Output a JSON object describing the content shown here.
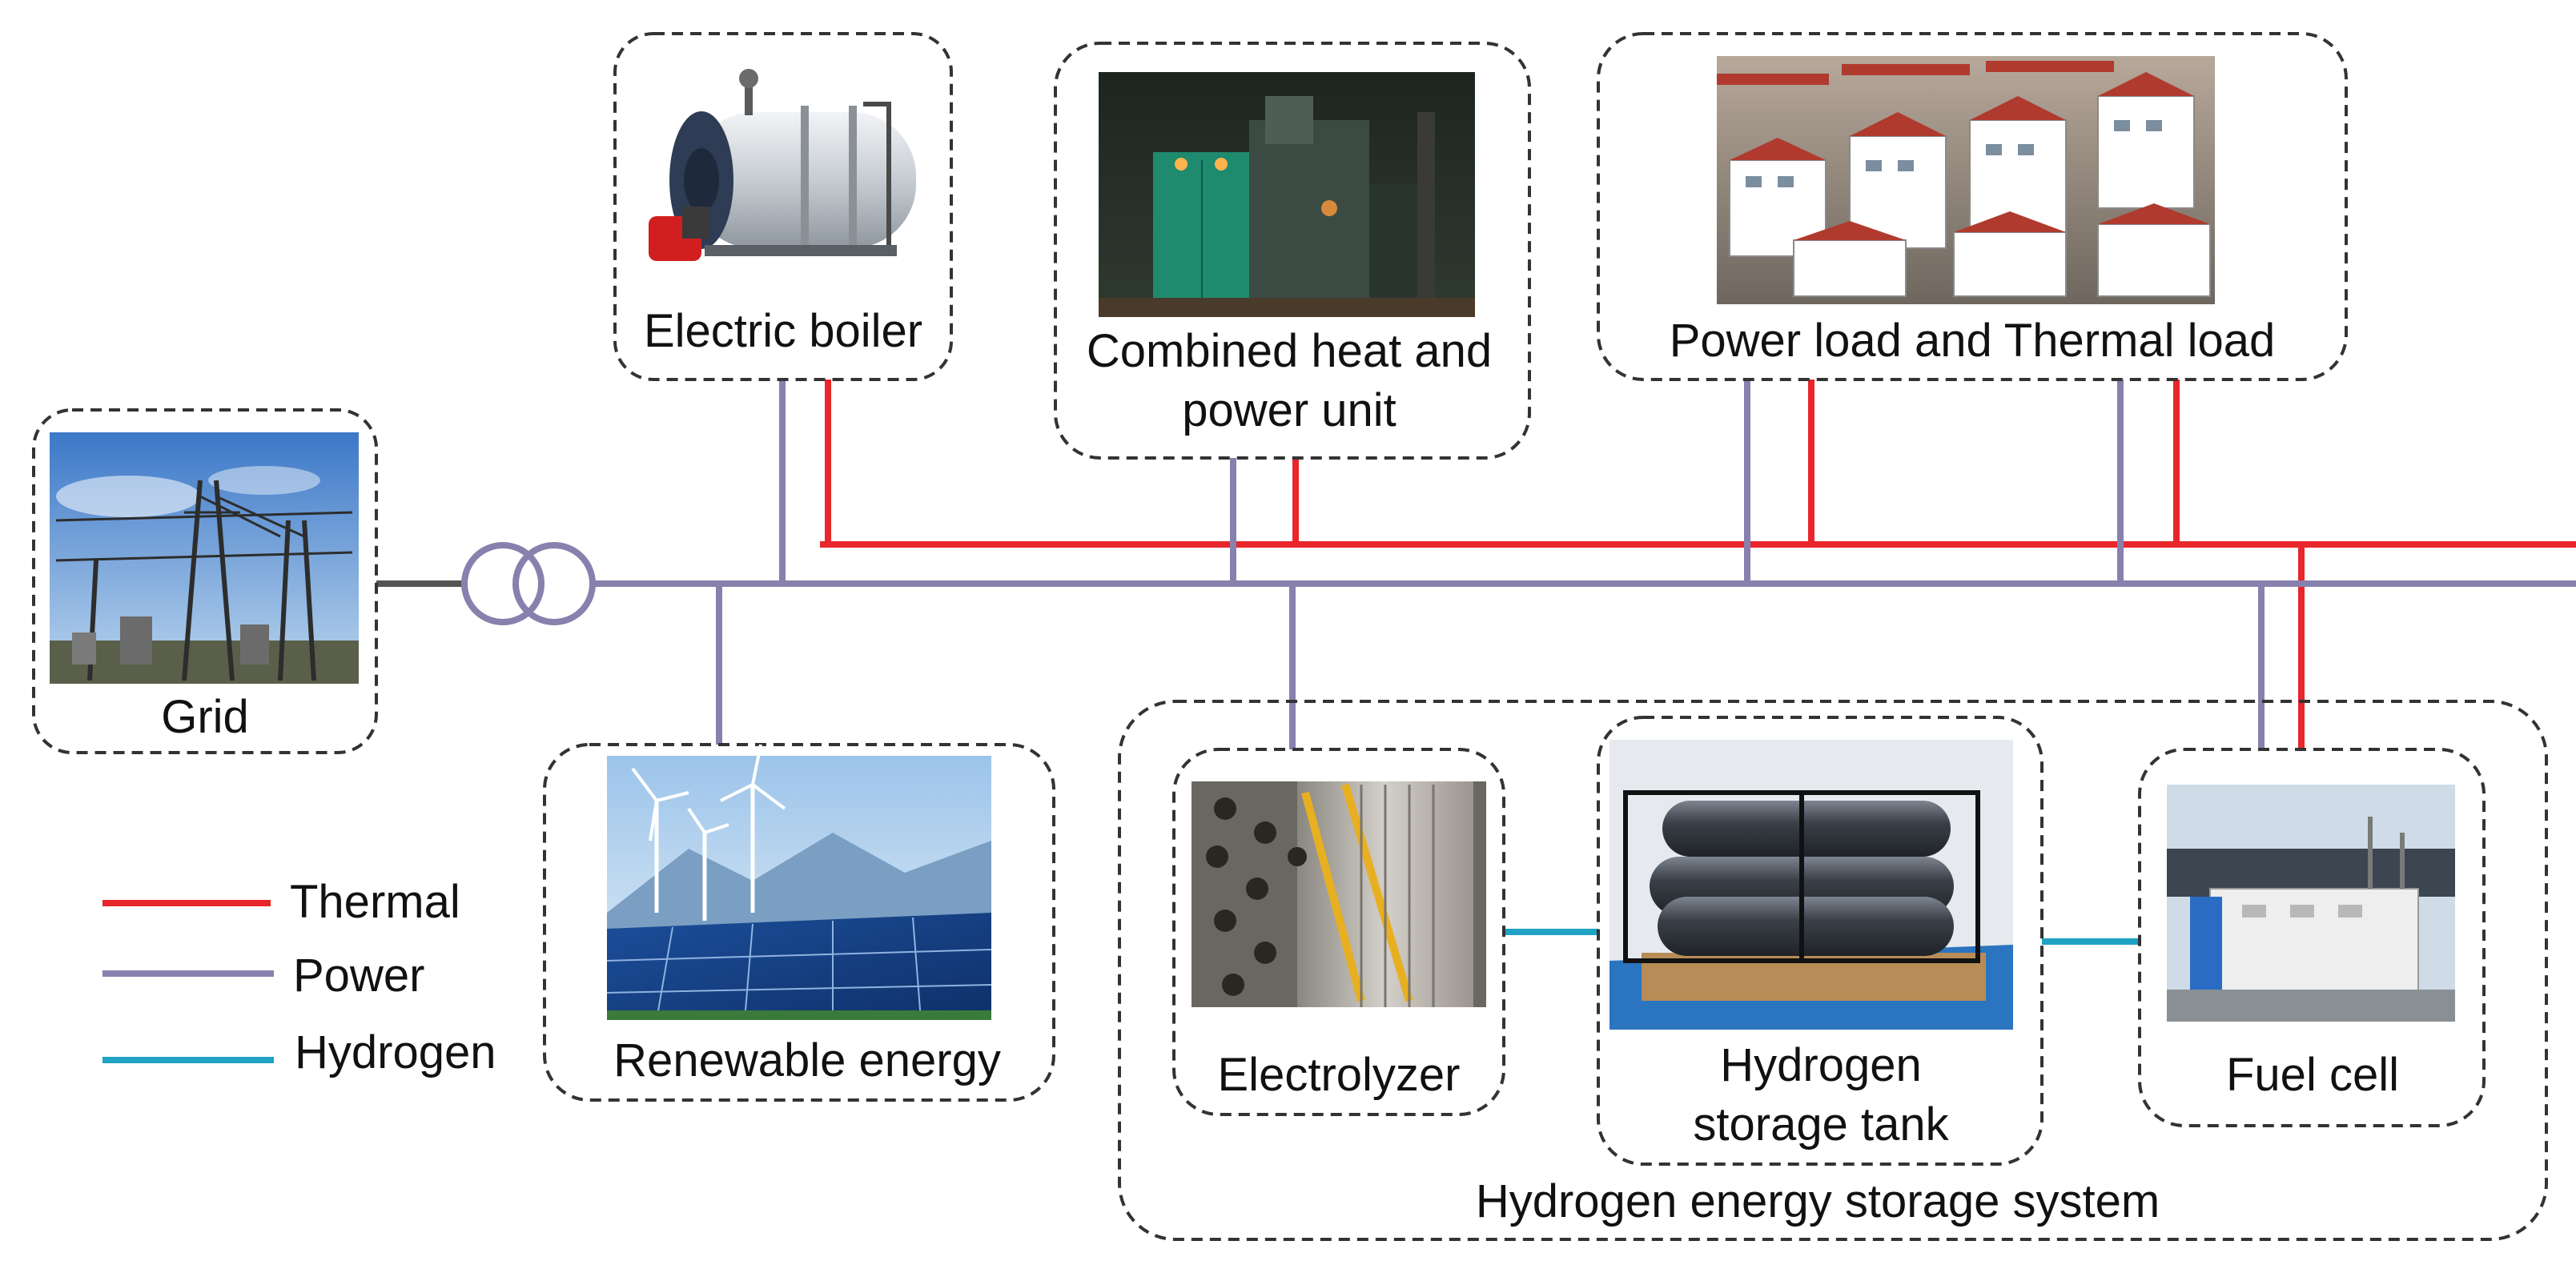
{
  "components": {
    "grid": {
      "label": "Grid"
    },
    "electric_boiler": {
      "label": "Electric boiler"
    },
    "chp": {
      "label_line1": "Combined heat and",
      "label_line2": "power unit"
    },
    "loads": {
      "label": "Power load and Thermal load"
    },
    "renewable": {
      "label": "Renewable energy"
    },
    "electrolyzer": {
      "label": "Electrolyzer"
    },
    "storage_tank": {
      "label_line1": "Hydrogen",
      "label_line2": "storage tank"
    },
    "fuel_cell": {
      "label": "Fuel cell"
    },
    "hess": {
      "label": "Hydrogen energy storage system"
    }
  },
  "legend": {
    "thermal": {
      "label": "Thermal",
      "color": "#e8262b"
    },
    "power": {
      "label": "Power",
      "color": "#8781ad"
    },
    "hydrogen": {
      "label": "Hydrogen",
      "color": "#1fa2c4"
    }
  },
  "icons": {
    "grid": "substation-photo",
    "electric_boiler": "boiler-photo",
    "chp": "chp-unit-photo",
    "loads": "residential-buildings-photo",
    "renewable": "wind-solar-photo",
    "electrolyzer": "electrolyzer-photo",
    "storage_tank": "hydrogen-tank-photo",
    "fuel_cell": "fuel-cell-photo",
    "transformer": "transformer-icon"
  }
}
